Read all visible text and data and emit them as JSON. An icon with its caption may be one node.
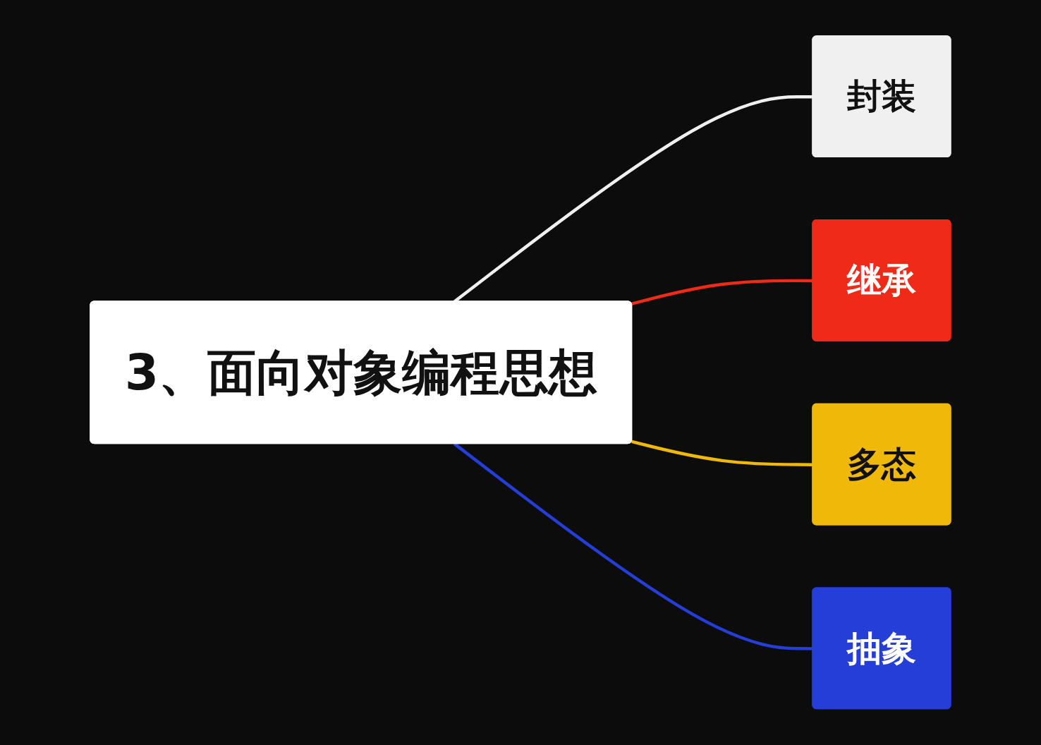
{
  "diagram": {
    "nodes": [
      {
        "text": [
          "3、面向对象编程思想"
        ]
      },
      {
        "text": [
          "封装"
        ]
      },
      {
        "text": [
          "继承"
        ]
      },
      {
        "text": [
          "多态"
        ]
      },
      {
        "text": [
          "抽象"
        ]
      }
    ],
    "edges": [
      {
        "from": 0,
        "to": 1,
        "arrow": "none",
        "color": "#f0f0f0"
      },
      {
        "from": 0,
        "to": 2,
        "arrow": "none",
        "color": "#f02a18"
      },
      {
        "from": 0,
        "to": 3,
        "arrow": "none",
        "color": "#f0b808"
      },
      {
        "from": 0,
        "to": 4,
        "arrow": "none",
        "color": "#253ed8"
      }
    ]
  }
}
